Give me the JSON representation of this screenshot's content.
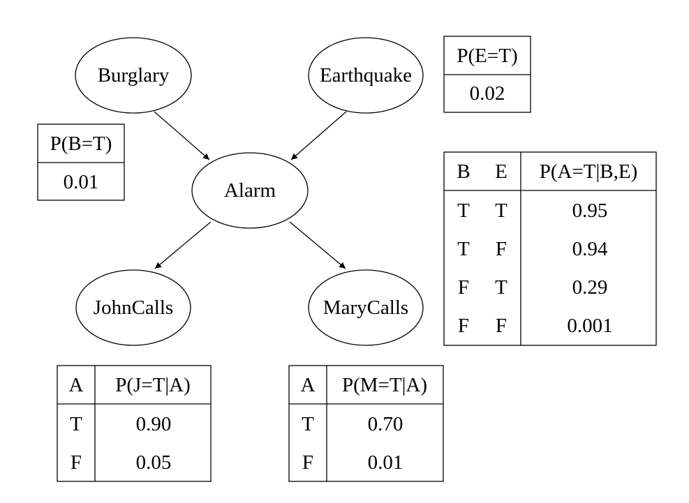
{
  "nodes": [
    {
      "id": "burglary",
      "label": "Burglary"
    },
    {
      "id": "earthquake",
      "label": "Earthquake"
    },
    {
      "id": "alarm",
      "label": "Alarm"
    },
    {
      "id": "johncalls",
      "label": "JohnCalls"
    },
    {
      "id": "marycalls",
      "label": "MaryCalls"
    }
  ],
  "edges": [
    {
      "from": "burglary",
      "to": "alarm"
    },
    {
      "from": "earthquake",
      "to": "alarm"
    },
    {
      "from": "alarm",
      "to": "johncalls"
    },
    {
      "from": "alarm",
      "to": "marycalls"
    }
  ],
  "cpts": {
    "earthquake": {
      "headers": [
        "P(E=T)"
      ],
      "rows": [
        [
          "0.02"
        ]
      ]
    },
    "burglary": {
      "headers": [
        "P(B=T)"
      ],
      "rows": [
        [
          "0.01"
        ]
      ]
    },
    "alarm": {
      "headers": [
        "B",
        "E",
        "P(A=T|B,E)"
      ],
      "rows": [
        [
          "T",
          "T",
          "0.95"
        ],
        [
          "T",
          "F",
          "0.94"
        ],
        [
          "F",
          "T",
          "0.29"
        ],
        [
          "F",
          "F",
          "0.001"
        ]
      ]
    },
    "johncalls": {
      "headers": [
        "A",
        "P(J=T|A)"
      ],
      "rows": [
        [
          "T",
          "0.90"
        ],
        [
          "F",
          "0.05"
        ]
      ]
    },
    "marycalls": {
      "headers": [
        "A",
        "P(M=T|A)"
      ],
      "rows": [
        [
          "T",
          "0.70"
        ],
        [
          "F",
          "0.01"
        ]
      ]
    }
  }
}
